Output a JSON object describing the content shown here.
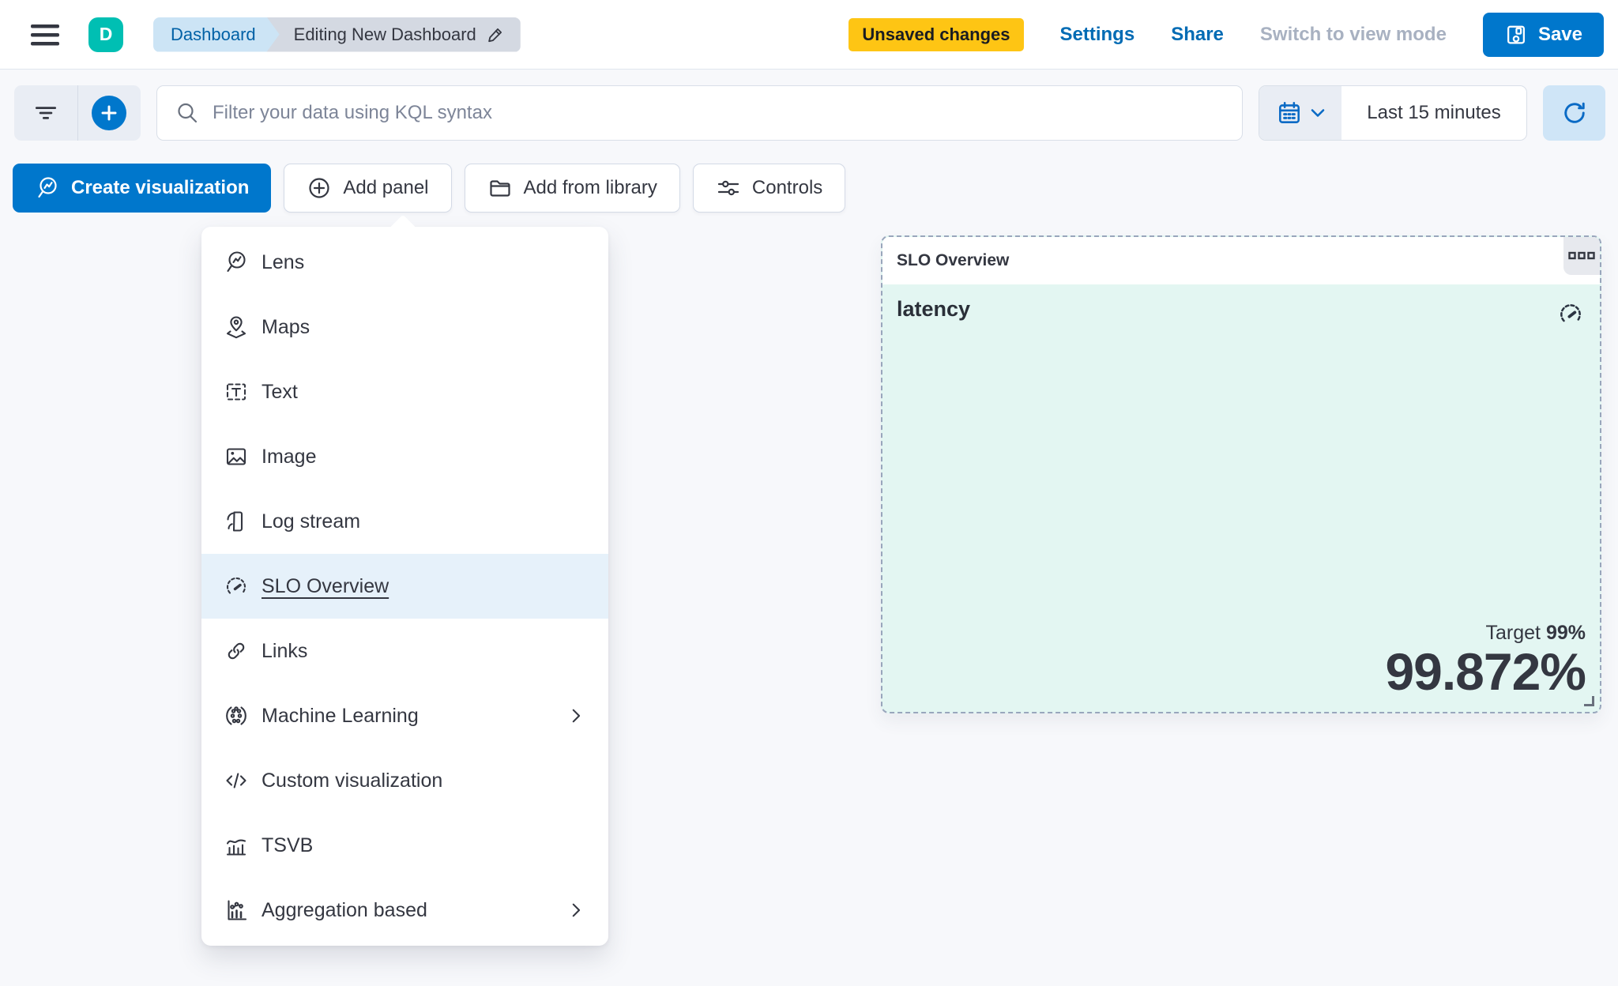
{
  "header": {
    "space_initial": "D",
    "breadcrumbs": [
      "Dashboard",
      "Editing New Dashboard"
    ],
    "unsaved_badge": "Unsaved changes",
    "settings_label": "Settings",
    "share_label": "Share",
    "view_mode_label": "Switch to view mode",
    "save_label": "Save"
  },
  "query_bar": {
    "placeholder": "Filter your data using KQL syntax",
    "time_range": "Last 15 minutes"
  },
  "toolbar": {
    "create_visualization_label": "Create visualization",
    "add_panel_label": "Add panel",
    "add_from_library_label": "Add from library",
    "controls_label": "Controls"
  },
  "menu": {
    "items": [
      {
        "id": "lens",
        "label": "Lens",
        "icon": "lens-icon",
        "submenu": false,
        "selected": false
      },
      {
        "id": "maps",
        "label": "Maps",
        "icon": "maps-icon",
        "submenu": false,
        "selected": false
      },
      {
        "id": "text",
        "label": "Text",
        "icon": "text-icon",
        "submenu": false,
        "selected": false
      },
      {
        "id": "image",
        "label": "Image",
        "icon": "image-icon",
        "submenu": false,
        "selected": false
      },
      {
        "id": "log-stream",
        "label": "Log stream",
        "icon": "log-stream-icon",
        "submenu": false,
        "selected": false
      },
      {
        "id": "slo-overview",
        "label": "SLO Overview",
        "icon": "gauge-icon",
        "submenu": false,
        "selected": true
      },
      {
        "id": "links",
        "label": "Links",
        "icon": "links-icon",
        "submenu": false,
        "selected": false
      },
      {
        "id": "machine-learning",
        "label": "Machine Learning",
        "icon": "machine-learning-icon",
        "submenu": true,
        "selected": false
      },
      {
        "id": "custom-visualization",
        "label": "Custom visualization",
        "icon": "code-icon",
        "submenu": false,
        "selected": false
      },
      {
        "id": "tsvb",
        "label": "TSVB",
        "icon": "tsvb-icon",
        "submenu": false,
        "selected": false
      },
      {
        "id": "aggregation-based",
        "label": "Aggregation based",
        "icon": "aggregation-icon",
        "submenu": true,
        "selected": false
      }
    ]
  },
  "panel": {
    "title": "SLO Overview",
    "metric_title": "latency",
    "target_label": "Target",
    "target_value": "99%",
    "value": "99.872%"
  },
  "colors": {
    "primary": "#0077CC",
    "link": "#006BB4",
    "warning_badge": "#FEC514",
    "avatar": "#00BFB3",
    "text": "#343741",
    "disabled_text": "#A8B1C1",
    "panel_mint": "#E3F6F2",
    "menu_highlight": "#E6F1FA",
    "light_blue": "#CCE4F5"
  }
}
